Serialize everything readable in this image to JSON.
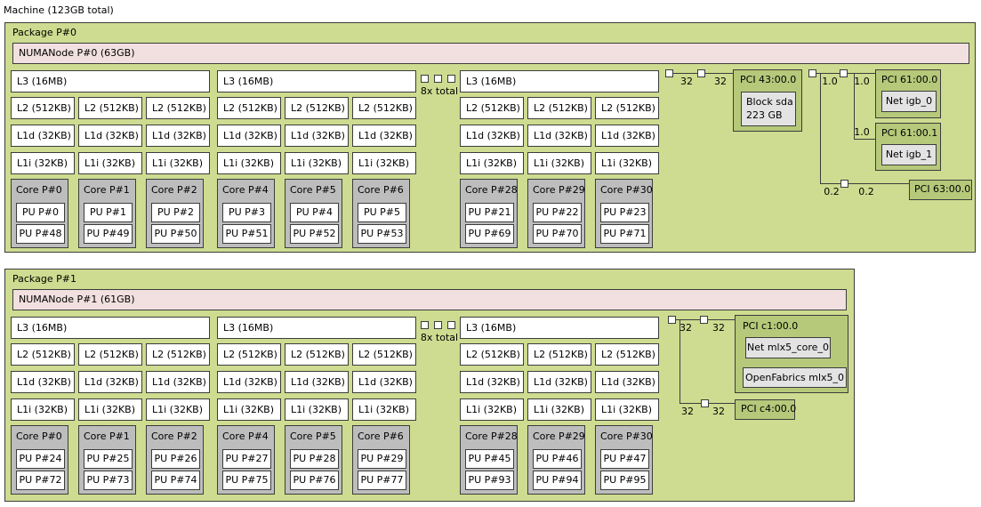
{
  "machine_label": "Machine (123GB total)",
  "colors": {
    "package_fill": "#cddc90",
    "numa_fill": "#f2e0e0",
    "pci_fill": "#b6c97a",
    "core_fill": "#bdbdbd",
    "device_fill": "#e3e3e3",
    "cache_fill": "#ffffff",
    "line": "#3c3c3c"
  },
  "packages": [
    {
      "label": "Package P#0",
      "numa_label": "NUMANode P#0 (63GB)",
      "elision_label": "8x total",
      "l3_label": "L3 (16MB)",
      "l2_label": "L2 (512KB)",
      "l1d_label": "L1d (32KB)",
      "l1i_label": "L1i (32KB)",
      "core_groups": [
        [
          {
            "core": "Core P#0",
            "pus": [
              "PU P#0",
              "PU P#48"
            ]
          },
          {
            "core": "Core P#1",
            "pus": [
              "PU P#1",
              "PU P#49"
            ]
          },
          {
            "core": "Core P#2",
            "pus": [
              "PU P#2",
              "PU P#50"
            ]
          }
        ],
        [
          {
            "core": "Core P#4",
            "pus": [
              "PU P#3",
              "PU P#51"
            ]
          },
          {
            "core": "Core P#5",
            "pus": [
              "PU P#4",
              "PU P#52"
            ]
          },
          {
            "core": "Core P#6",
            "pus": [
              "PU P#5",
              "PU P#53"
            ]
          }
        ],
        [
          {
            "core": "Core P#28",
            "pus": [
              "PU P#21",
              "PU P#69"
            ]
          },
          {
            "core": "Core P#29",
            "pus": [
              "PU P#22",
              "PU P#70"
            ]
          },
          {
            "core": "Core P#30",
            "pus": [
              "PU P#23",
              "PU P#71"
            ]
          }
        ]
      ],
      "pci": {
        "bridge1": {
          "speed1": "32",
          "speed2": "32",
          "title": "PCI 43:00.0",
          "device_line1": "Block sda",
          "device_line2": "223 GB"
        },
        "bridge2": {
          "speed1": "1.0",
          "speed2": "1.0",
          "title": "PCI 61:00.0",
          "device": "Net igb_0"
        },
        "bridge2_sub": {
          "speed": "1.0",
          "title": "PCI 61:00.1",
          "device": "Net igb_1"
        },
        "bridge3": {
          "speed1": "0.2",
          "speed2": "0.2",
          "title": "PCI 63:00.0"
        }
      }
    },
    {
      "label": "Package P#1",
      "numa_label": "NUMANode P#1 (61GB)",
      "elision_label": "8x total",
      "l3_label": "L3 (16MB)",
      "l2_label": "L2 (512KB)",
      "l1d_label": "L1d (32KB)",
      "l1i_label": "L1i (32KB)",
      "core_groups": [
        [
          {
            "core": "Core P#0",
            "pus": [
              "PU P#24",
              "PU P#72"
            ]
          },
          {
            "core": "Core P#1",
            "pus": [
              "PU P#25",
              "PU P#73"
            ]
          },
          {
            "core": "Core P#2",
            "pus": [
              "PU P#26",
              "PU P#74"
            ]
          }
        ],
        [
          {
            "core": "Core P#4",
            "pus": [
              "PU P#27",
              "PU P#75"
            ]
          },
          {
            "core": "Core P#5",
            "pus": [
              "PU P#28",
              "PU P#76"
            ]
          },
          {
            "core": "Core P#6",
            "pus": [
              "PU P#29",
              "PU P#77"
            ]
          }
        ],
        [
          {
            "core": "Core P#28",
            "pus": [
              "PU P#45",
              "PU P#93"
            ]
          },
          {
            "core": "Core P#29",
            "pus": [
              "PU P#46",
              "PU P#94"
            ]
          },
          {
            "core": "Core P#30",
            "pus": [
              "PU P#47",
              "PU P#95"
            ]
          }
        ]
      ],
      "pci": {
        "bridge1": {
          "speed1": "32",
          "speed2": "32",
          "title": "PCI c1:00.0",
          "device1": "Net mlx5_core_0",
          "device2": "OpenFabrics mlx5_0"
        },
        "bridge1_sub": {
          "speed1": "32",
          "speed2": "32",
          "title": "PCI c4:00.0"
        }
      }
    }
  ]
}
